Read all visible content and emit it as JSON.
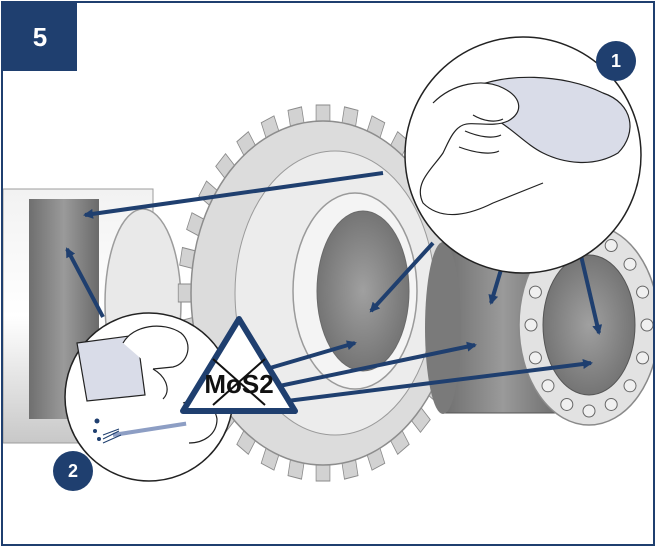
{
  "step_number": "5",
  "callouts": [
    {
      "number": "1"
    },
    {
      "number": "2"
    }
  ],
  "warning_label": "MoS2",
  "colors": {
    "primary": "#1f3f6f",
    "metal_light": "#e6e6e6",
    "metal_mid": "#c9c9c9",
    "metal_dark": "#8d8d8d",
    "surface_grey": "#7d7d7d"
  },
  "icons": [
    "wipe-hand-icon",
    "lubricant-drop-icon",
    "no-mos2-warning-icon"
  ]
}
